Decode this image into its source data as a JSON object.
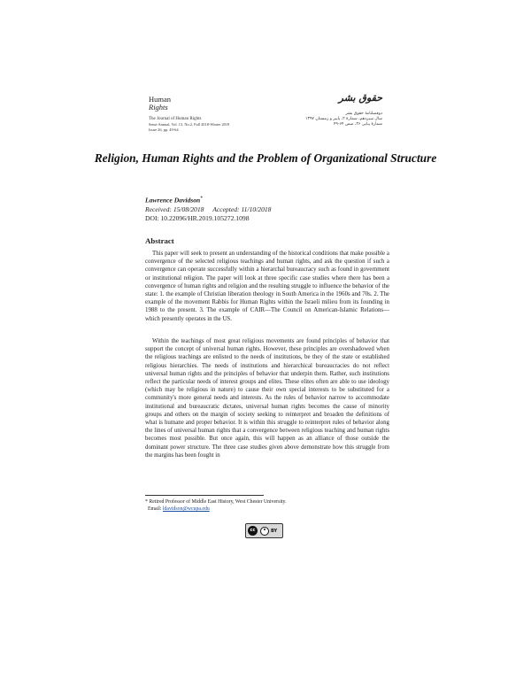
{
  "header": {
    "logo_line1": "Human",
    "logo_line2": "Rights",
    "journal_name": "The Journal of Human Rights",
    "journal_vol": "Semi-Annual, Vol. 13, No.2, Fall 2018-Winter 2019",
    "journal_issue": "Issue 26, pp. 49-64",
    "logo_fa": "حقوق بشر",
    "fa_line1": "دوفصلنامهٔ حقوق بشر",
    "fa_line2": "سال سیزدهم، شمارهٔ ۲، پاییز و زمستان ۱۳۹۷",
    "fa_line3": "شمارهٔ پیاپی ۲۶، صص ۶۴-۴۹"
  },
  "article": {
    "title": "Religion, Human Rights and the Problem of Organizational Structure",
    "author": "Lawrence Davidson",
    "author_mark": "*",
    "received": "Received: 15/08/2018",
    "accepted": "Accepted: 11/10/2018",
    "doi": "DOI: 10.22096/HR.2019.105272.1098"
  },
  "abstract": {
    "heading": "Abstract",
    "paragraph1": "This paper will seek to present an understanding of the historical conditions that make possible a convergence of the selected religious teachings and human rights, and ask the question if such a convergence can operate successfully within a hierarchal bureaucracy such as found in government or institutional religion. The paper will look at three specific case studies where there has been a convergence of human rights and religion and the resulting struggle to influence the behavior of the state: 1. the example of Christian liberation theology in South America in the 1960s and 70s. 2. The example of the movement Rabbis for Human Rights within the Israeli milieu from its founding in 1988 to the present. 3. The example of CAIR—The Council on American-Islamic Relations—which presently operates in the US.",
    "paragraph2": "Within the teachings of most great religious movements are found principles of behavior that support the concept of universal human rights. However, these principles are overshadowed when the religious teachings are enlisted to the needs of institutions, be they of the state or established religious hierarchies. The needs of institutions and hierarchical bureaucracies do not reflect universal human rights and the principles of behavior that underpin them. Rather, such institutions reflect the particular needs of interest groups and elites. These elites often are able to use ideology (which may be religious in nature) to cause their own special interests to be substituted for a community's more general needs and interests. As the rules of behavior narrow to accommodate institutional and bureaucratic dictates, universal human rights becomes the cause of minority groups and others on the margin of society seeking to reinterpret and broaden the definitions of what is humane and proper behavior. It is within this struggle to reinterpret rules of behavior along the lines of universal human rights that a convergence between religious teaching and human rights becomes most possible. But once again, this will happen as an alliance of those outside the dominant power structure. The three case studies given above demonstrate how this struggle from the margins has been fought in"
  },
  "footnote": {
    "text": "* Retired Professor of Middle East History, West Chester University.",
    "email_label": "Email:",
    "email": "ldavidson@wcupa.edu"
  },
  "license": {
    "cc_text": "cc",
    "by_text": "BY"
  }
}
